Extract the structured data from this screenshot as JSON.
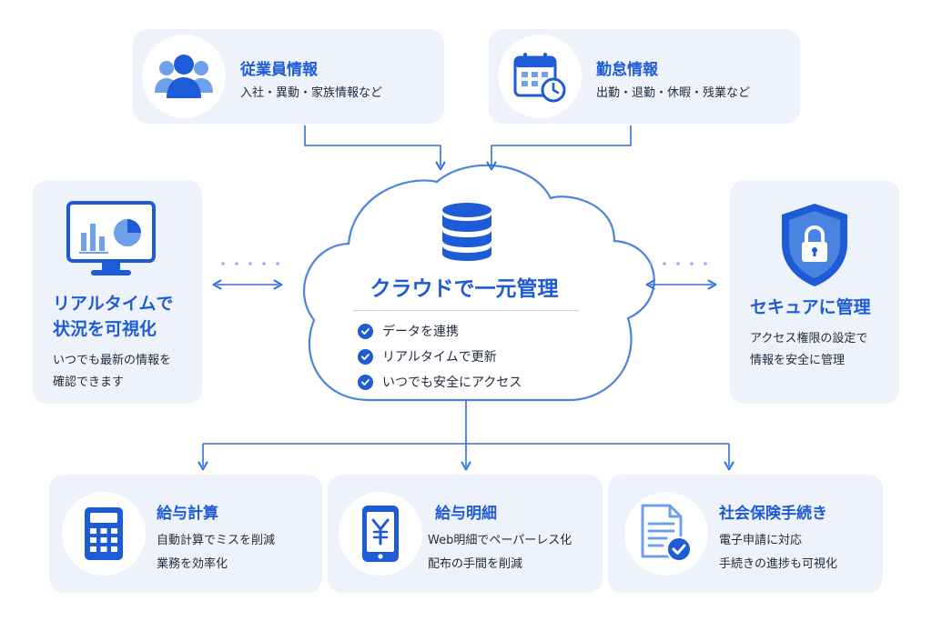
{
  "top_cards": [
    {
      "title": "従業員情報",
      "desc": "入社・異動・家族情報など",
      "icon": "users-icon"
    },
    {
      "title": "勤怠情報",
      "desc": "出勤・退勤・休暇・残業など",
      "icon": "calendar-clock-icon"
    }
  ],
  "cloud": {
    "title": "クラウドで一元管理",
    "icon": "database-icon",
    "items": [
      "データを連携",
      "リアルタイムで更新",
      "いつでも安全にアクセス"
    ]
  },
  "left_card": {
    "title_line1": "リアルタイムで",
    "title_line2": "状況を可視化",
    "desc_line1": "いつでも最新の情報を",
    "desc_line2": "確認できます",
    "icon": "monitor-chart-icon"
  },
  "right_card": {
    "title": "セキュアに管理",
    "desc_line1": "アクセス権限の設定で",
    "desc_line2": "情報を安全に管理",
    "icon": "shield-lock-icon"
  },
  "bottom_cards": [
    {
      "title": "給与計算",
      "desc_line1": "自動計算でミスを削減",
      "desc_line2": "業務を効率化",
      "icon": "calculator-icon"
    },
    {
      "title": "給与明細",
      "desc_line1": "Web明細でペーパーレス化",
      "desc_line2": "配布の手間を削減",
      "icon": "phone-yen-icon"
    },
    {
      "title": "社会保険手続き",
      "desc_line1": "電子申請に対応",
      "desc_line2": "手続きの進捗も可視化",
      "icon": "document-check-icon"
    }
  ],
  "colors": {
    "accent": "#1e5bd6",
    "icon_light": "#6fa0ec",
    "card_bg": "#eef3fb",
    "line": "#4b83e0"
  }
}
